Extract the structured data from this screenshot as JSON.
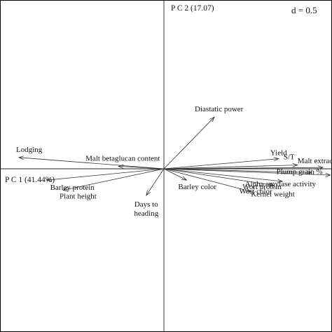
{
  "chart_data": {
    "type": "biplot",
    "x_axis_label": "P C 1 (41.44%)",
    "y_axis_label": "P C 2 (17.07)",
    "scale_note": "d = 0.5",
    "xlim": [
      -1.25,
      1.35
    ],
    "ylim": [
      -1.35,
      1.35
    ],
    "vectors": [
      {
        "name": "Diastatic power",
        "x": 0.4,
        "y": 0.41
      },
      {
        "name": "Lodging",
        "x": -1.15,
        "y": 0.09
      },
      {
        "name": "Malt betaglucan content",
        "x": -0.36,
        "y": 0.02
      },
      {
        "name": "Barley protein",
        "x": -0.93,
        "y": -0.09
      },
      {
        "name": "Plant height",
        "x": -0.8,
        "y": -0.17
      },
      {
        "name": "Days to heading",
        "x": -0.14,
        "y": -0.21
      },
      {
        "name": "Barley color",
        "x": 0.18,
        "y": -0.09
      },
      {
        "name": "Yield",
        "x": 0.91,
        "y": 0.08
      },
      {
        "name": "S/T",
        "x": 1.06,
        "y": 0.03
      },
      {
        "name": "Malt extract",
        "x": 1.26,
        "y": 0.01
      },
      {
        "name": "Plump grain %",
        "x": 1.17,
        "y": -0.03
      },
      {
        "name": "Alpha amylase activity",
        "x": 1.32,
        "y": -0.05
      },
      {
        "name": "Wort protein",
        "x": 0.94,
        "y": -0.1
      },
      {
        "name": "Wort color",
        "x": 0.87,
        "y": -0.13
      },
      {
        "name": "Kernel weight",
        "x": 0.69,
        "y": -0.18
      }
    ]
  }
}
